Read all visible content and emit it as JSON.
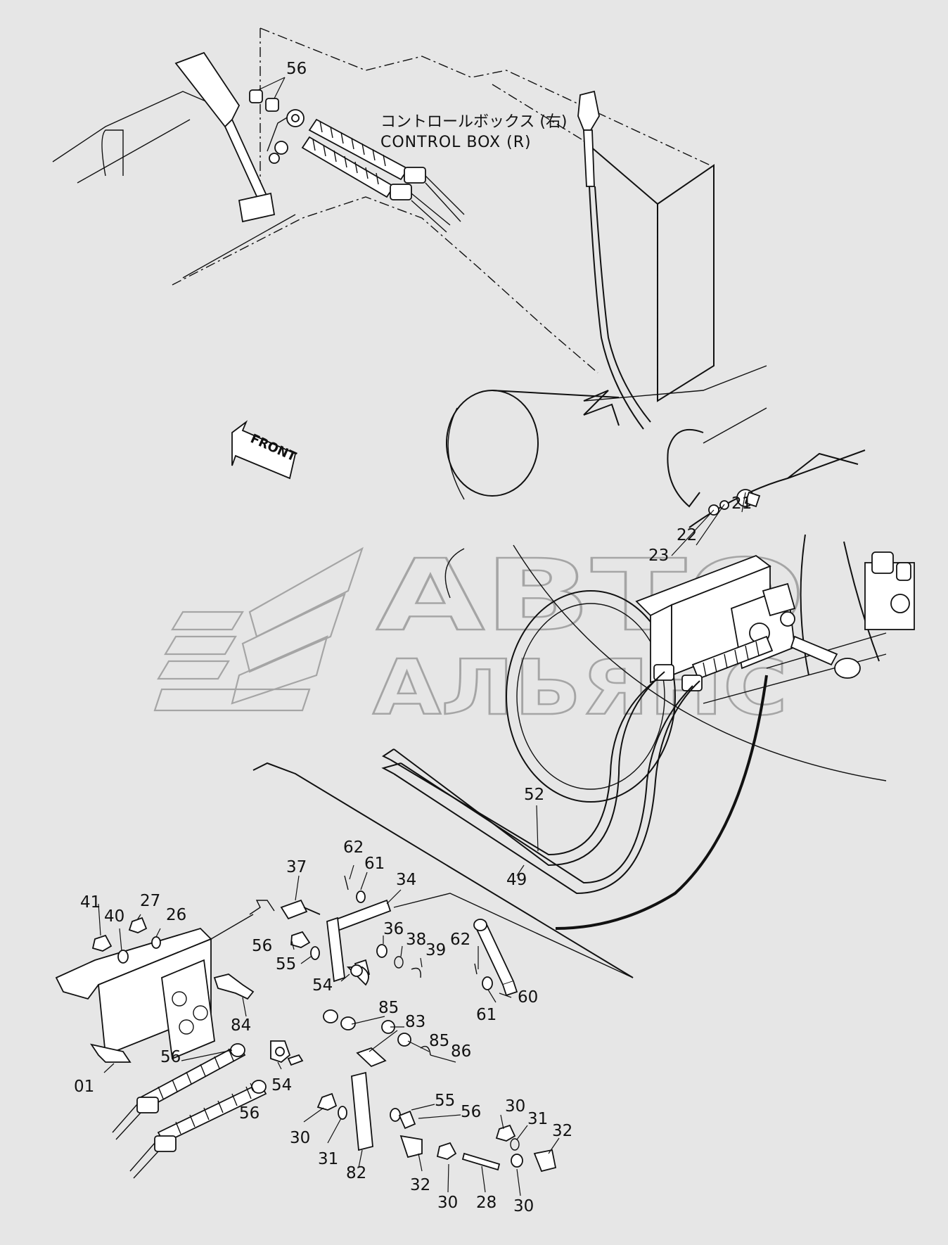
{
  "box_label": {
    "jp": "コントロールボックス (右)",
    "en": "CONTROL BOX (R)"
  },
  "front_label": "FRONT",
  "watermark": {
    "line1": "АВТО",
    "line2": "АЛЬЯНС"
  },
  "callouts": [
    {
      "id": "c56top",
      "text": "56"
    },
    {
      "id": "c21",
      "text": "21"
    },
    {
      "id": "c22",
      "text": "22"
    },
    {
      "id": "c23",
      "text": "23"
    },
    {
      "id": "c52",
      "text": "52"
    },
    {
      "id": "c49",
      "text": "49"
    },
    {
      "id": "c62a",
      "text": "62"
    },
    {
      "id": "c61a",
      "text": "61"
    },
    {
      "id": "c37",
      "text": "37"
    },
    {
      "id": "c34",
      "text": "34"
    },
    {
      "id": "c41",
      "text": "41"
    },
    {
      "id": "c27",
      "text": "27"
    },
    {
      "id": "c40",
      "text": "40"
    },
    {
      "id": "c26",
      "text": "26"
    },
    {
      "id": "c36",
      "text": "36"
    },
    {
      "id": "c38",
      "text": "38"
    },
    {
      "id": "c39",
      "text": "39"
    },
    {
      "id": "c62b",
      "text": "62"
    },
    {
      "id": "c56a",
      "text": "56"
    },
    {
      "id": "c55a",
      "text": "55"
    },
    {
      "id": "c54a",
      "text": "54"
    },
    {
      "id": "c60",
      "text": "60"
    },
    {
      "id": "c61b",
      "text": "61"
    },
    {
      "id": "c84",
      "text": "84"
    },
    {
      "id": "c85a",
      "text": "85"
    },
    {
      "id": "c83",
      "text": "83"
    },
    {
      "id": "c85b",
      "text": "85"
    },
    {
      "id": "c86",
      "text": "86"
    },
    {
      "id": "c56b",
      "text": "56"
    },
    {
      "id": "c01",
      "text": "01"
    },
    {
      "id": "c54b",
      "text": "54"
    },
    {
      "id": "c55b",
      "text": "55"
    },
    {
      "id": "c56c",
      "text": "56"
    },
    {
      "id": "c56d",
      "text": "56"
    },
    {
      "id": "c30a",
      "text": "30"
    },
    {
      "id": "c31a",
      "text": "31"
    },
    {
      "id": "c82",
      "text": "82"
    },
    {
      "id": "c32a",
      "text": "32"
    },
    {
      "id": "c30b",
      "text": "30"
    },
    {
      "id": "c28",
      "text": "28"
    },
    {
      "id": "c30c",
      "text": "30"
    },
    {
      "id": "c30d",
      "text": "30"
    },
    {
      "id": "c31b",
      "text": "31"
    },
    {
      "id": "c32b",
      "text": "32"
    }
  ]
}
